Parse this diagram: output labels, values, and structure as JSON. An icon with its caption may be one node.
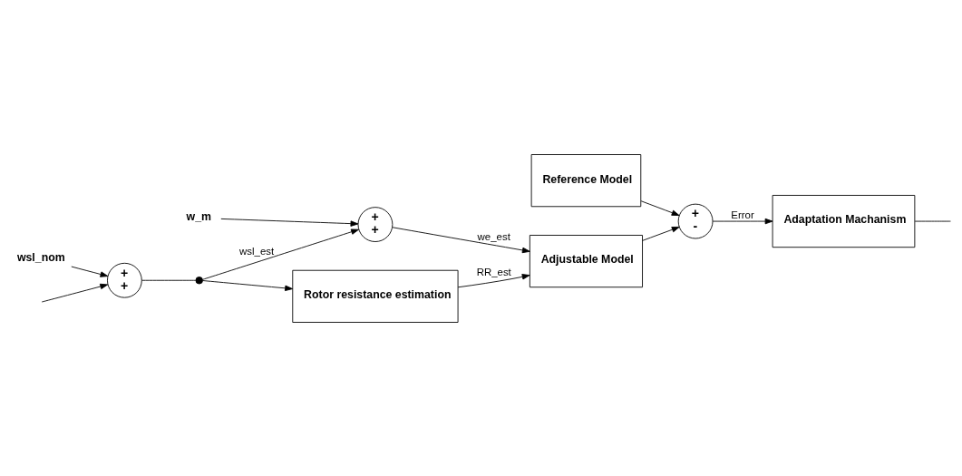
{
  "diagram": {
    "nodes": [
      {
        "text": [
          "Reference Model"
        ]
      },
      {
        "text": [
          "+",
          "-"
        ]
      },
      {
        "text": [
          "Adaptation Machanism"
        ]
      },
      {
        "text": [
          "Adjustable Model"
        ]
      },
      {
        "text": [
          "+",
          "+"
        ]
      },
      {
        "text": [
          "+",
          "+"
        ]
      },
      {
        "text": [
          "w_m"
        ]
      },
      {
        "text": [
          "wsl_nom"
        ]
      },
      {
        "text": [
          "Rotor resistance estimation"
        ]
      },
      {
        "text": [],
        "shape": "circle"
      }
    ],
    "edges": [
      {
        "from": 0,
        "to": 1,
        "arrow": "to"
      },
      {
        "from": 1,
        "to": 2,
        "arrow": "to",
        "label": "Error"
      },
      {
        "from": 2,
        "to": null,
        "arrow": "none"
      },
      {
        "from": 3,
        "to": 1,
        "arrow": "to"
      },
      {
        "from": null,
        "to": 5,
        "arrow": "to"
      },
      {
        "from": 5,
        "to": 9,
        "arrow": "none"
      },
      {
        "from": 9,
        "to": 4,
        "arrow": "to",
        "label": "wsl_est"
      },
      {
        "from": 4,
        "to": 3,
        "arrow": "to",
        "label": "we_est"
      },
      {
        "from": 6,
        "to": 4,
        "arrow": "to"
      },
      {
        "from": 7,
        "to": 5,
        "arrow": "to"
      },
      {
        "from": 9,
        "to": 8,
        "arrow": "to"
      },
      {
        "from": 8,
        "to": 3,
        "arrow": "to",
        "label": "RR_est"
      }
    ]
  }
}
